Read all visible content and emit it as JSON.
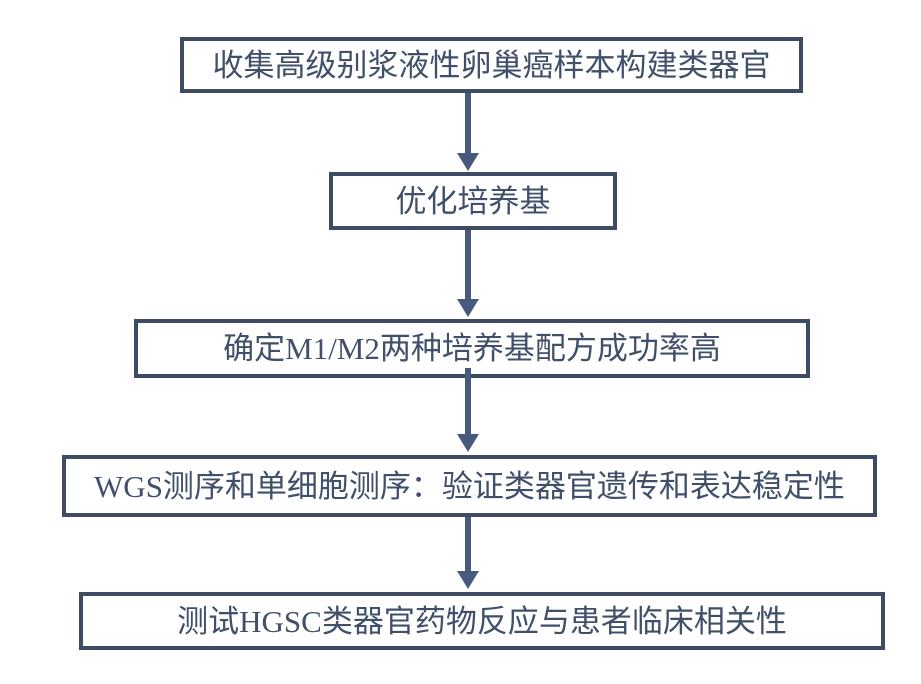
{
  "diagram": {
    "type": "flowchart",
    "direction": "top-down",
    "nodes": [
      {
        "id": 1,
        "label": "收集高级别浆液性卵巢癌样本构建类器官"
      },
      {
        "id": 2,
        "label": "优化培养基"
      },
      {
        "id": 3,
        "label": "确定M1/M2两种培养基配方成功率高"
      },
      {
        "id": 4,
        "label": "WGS测序和单细胞测序：验证类器官遗传和表达稳定性"
      },
      {
        "id": 5,
        "label": "测试HGSC类器官药物反应与患者临床相关性"
      }
    ],
    "edges": [
      {
        "from": 1,
        "to": 2,
        "style": "arrow-down"
      },
      {
        "from": 2,
        "to": 3,
        "style": "arrow-down"
      },
      {
        "from": 3,
        "to": 4,
        "style": "arrow-down"
      },
      {
        "from": 4,
        "to": 5,
        "style": "arrow-down"
      }
    ],
    "colors": {
      "box_border": "#3d4c62",
      "text": "#41506a",
      "arrow": "#47597c",
      "background": "#ffffff"
    }
  }
}
